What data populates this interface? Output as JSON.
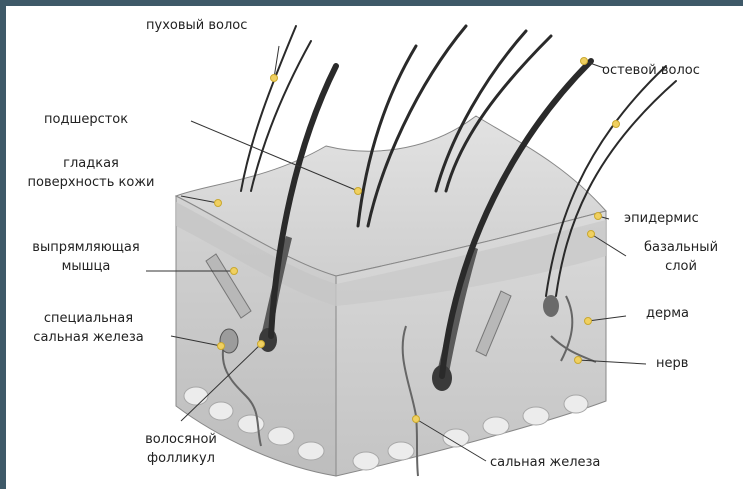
{
  "labels": {
    "downy_hair": "пуховый волос",
    "guard_hair": "остевой волос",
    "undercoat": "подшерсток",
    "smooth_surface_l1": "гладкая",
    "smooth_surface_l2": "поверхность кожи",
    "epidermis": "эпидермис",
    "erector_muscle_l1": "выпрямляющая",
    "erector_muscle_l2": "мышца",
    "basal_layer_l1": "базальный",
    "basal_layer_l2": "слой",
    "dermis": "дерма",
    "special_gland_l1": "специальная",
    "special_gland_l2": "сальная железа",
    "nerve": "нерв",
    "follicle_l1": "волосяной",
    "follicle_l2": "фолликул",
    "sebaceous_gland": "сальная железа"
  },
  "colors": {
    "frame": "#3e5968",
    "marker": "#f0d060",
    "hair": "#2a2a2a",
    "skin": "#d6d6d6"
  }
}
